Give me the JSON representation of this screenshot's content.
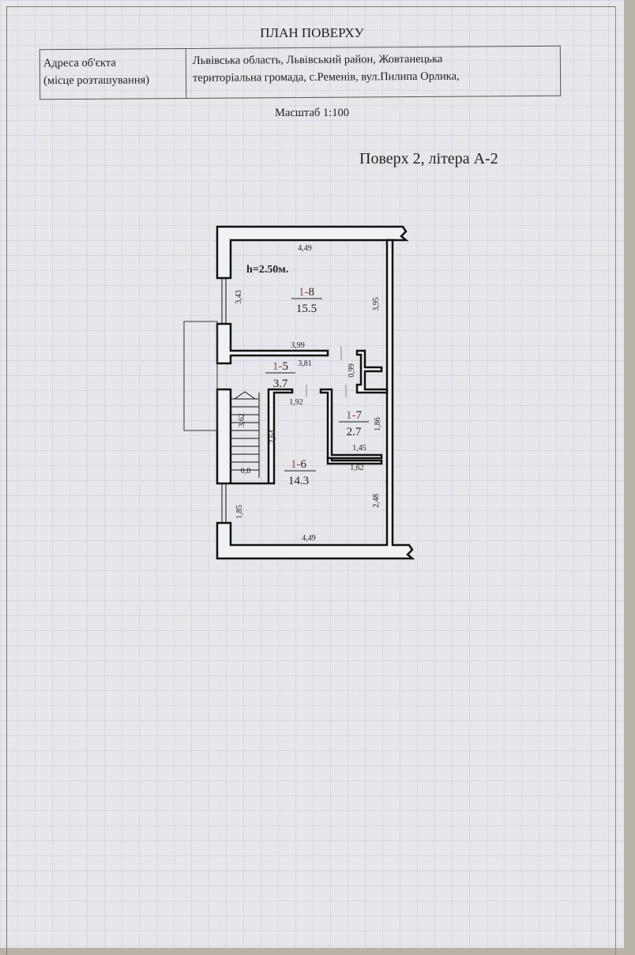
{
  "header": {
    "title": "ПЛАН ПОВЕРХУ"
  },
  "address": {
    "label": "Адреса об'єкта (місце розташування)",
    "label_line1": "Адреса об'єкта",
    "label_line2": "(місце розташування)",
    "value_line1": "Львівська область, Львівський район, Жовтанецька",
    "value_line2": "територіальна громада, с.Ременів, вул.Пилипа Орлика,"
  },
  "scale": "Масштаб 1:100",
  "floor_label": "Поверх 2, літера А-2",
  "plan": {
    "ceiling_height": "h=2.50м.",
    "rooms": [
      {
        "prefix": "1-",
        "num": "8",
        "area": "15.5"
      },
      {
        "prefix": "1-",
        "num": "5",
        "area": "3.7"
      },
      {
        "prefix": "1-",
        "num": "7",
        "area": "2.7"
      },
      {
        "prefix": "1-",
        "num": "6",
        "area": "14.3"
      }
    ],
    "dimensions": [
      "4,49",
      "3,43",
      "3,95",
      "3,99",
      "3,81",
      "0,99",
      "1,92",
      "3,62",
      "2,64",
      "1,86",
      "1,45",
      "1,62",
      "0,8",
      "2,48",
      "1,85",
      "4,49"
    ],
    "colors": {
      "room_prefix": "#9a4a55",
      "walls": "#111111"
    }
  }
}
